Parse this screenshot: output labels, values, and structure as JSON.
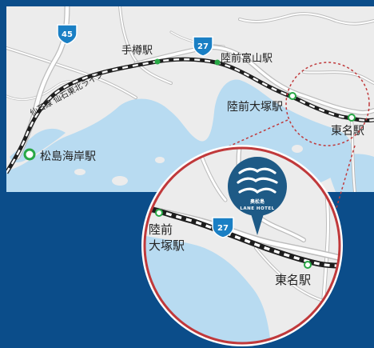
{
  "colors": {
    "frame_blue": "#0b4d8a",
    "land": "#ececec",
    "water": "#b8dbf1",
    "rail": "#1d1d1d",
    "station": "#28a745",
    "highway_shield": "#1a7fc4",
    "inset_ring": "#c0393b",
    "hotel_logo": "#1e5a86"
  },
  "map": {
    "stations": {
      "tegoru": "手樽駅",
      "rikuzen_tomiyama": "陸前富山駅",
      "rikuzen_otsuka": "陸前大塚駅",
      "tona": "東名駅",
      "matsushima_kaigan": "松島海岸駅"
    },
    "line_label": "仙石線 仙石東北ライン",
    "road_numbers": {
      "route_45": "45",
      "route_27": "27"
    }
  },
  "inset": {
    "station_otsuka_line1": "陸前",
    "station_otsuka_line2": "大塚駅",
    "station_tona": "東名駅",
    "road_number": "27",
    "hotel": {
      "logo_mark": "奥松島",
      "name_jp": "奥松島",
      "name_en": "LANE HOTEL",
      "icon": "hotel-logo-icon"
    }
  }
}
